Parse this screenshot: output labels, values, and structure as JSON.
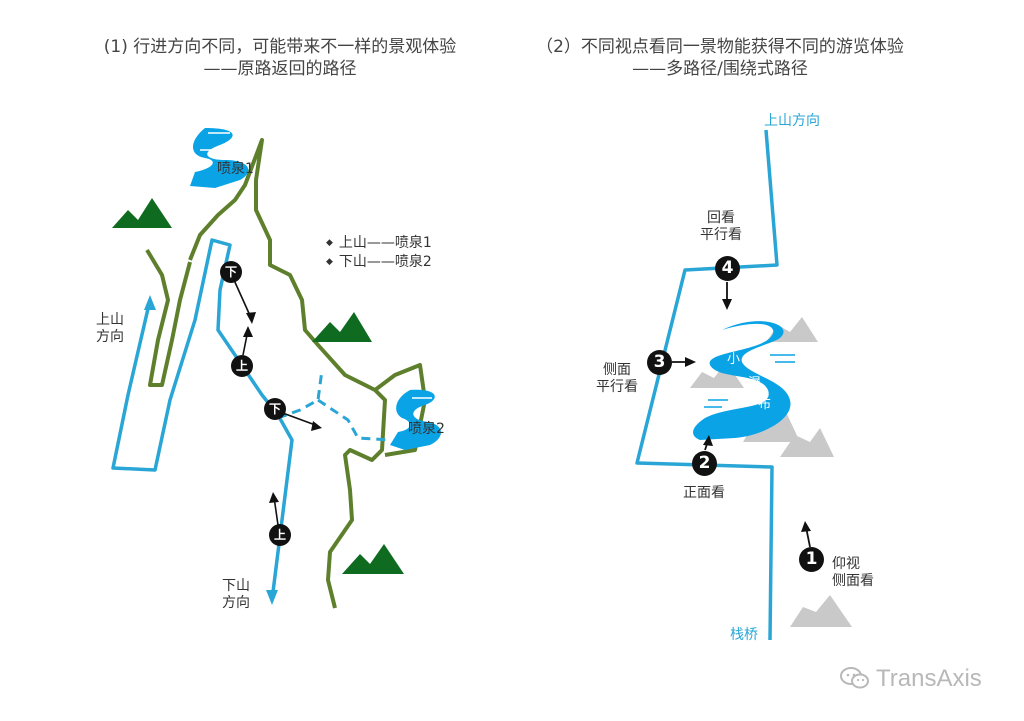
{
  "left": {
    "title_line1": "(1) 行进方向不同，可能带来不一样的景观体验",
    "title_line2": "——原路返回的路径",
    "fountain1": "喷泉1",
    "fountain2": "喷泉2",
    "legend": [
      "上山——喷泉1",
      "下山——喷泉2"
    ],
    "up_label": [
      "上山",
      "方向"
    ],
    "down_label": [
      "下山",
      "方向"
    ],
    "markers": {
      "down": "下",
      "up": "上"
    }
  },
  "right": {
    "title_line1": "（2）不同视点看同一景物能获得不同的游览体验",
    "title_line2": "——多路径/围绕式路径",
    "top_label": "上山方向",
    "bottom_label": "栈桥",
    "waterfall_chars": [
      "小",
      "瀑",
      "布"
    ],
    "viewpoints": [
      {
        "num": "1",
        "label": [
          "仰视",
          "侧面看"
        ]
      },
      {
        "num": "2",
        "label": [
          "正面看"
        ]
      },
      {
        "num": "3",
        "label": [
          "侧面",
          "平行看"
        ]
      },
      {
        "num": "4",
        "label": [
          "回看",
          "平行看"
        ]
      }
    ]
  },
  "watermark": "TransAxis",
  "colors": {
    "path_blue": "#2aa6d6",
    "water_blue": "#0aa3e6",
    "route_green": "#5e7f2c",
    "mountain_green": "#0f6b20",
    "cloud_gray": "#c9c9c9"
  }
}
